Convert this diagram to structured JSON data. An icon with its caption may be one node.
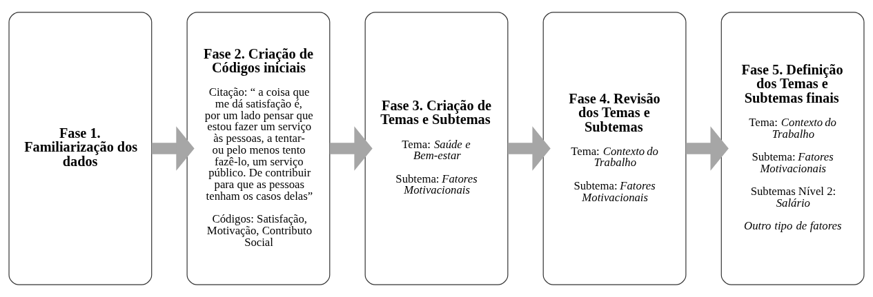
{
  "diagram": {
    "nodes": [
      {
        "text": [
          "Fase 1. Familiarização dos dados"
        ]
      },
      {
        "text": [
          "Fase 2. Criação de Códigos iniciais",
          "Citação: “ a coisa que me dá satisfação é, por um lado pensar que estou fazer um serviço às pessoas, a tentar- ou pelo menos tento fazê-lo, um serviço público. De contribuir para que as pessoas tenham os casos delas”",
          "Códigos: Satisfação, Motivação, Contributo Social"
        ]
      },
      {
        "text": [
          "Fase 3. Criação de Temas e Subtemas",
          "Tema: *Saúde e Bem-estar*",
          "Subtema: *Fatores Motivacionais*"
        ]
      },
      {
        "text": [
          "Fase 4. Revisão dos Temas e Subtemas",
          "Tema: *Contexto do Trabalho*",
          "Subtema: *Fatores Motivacionais*"
        ]
      },
      {
        "text": [
          "Fase 5. Definição dos Temas e Subtemas finais",
          "Tema: *Contexto do Trabalho*",
          "Subtema: *Fatores Motivacionais*",
          "Subtemas Nível 2: *Salário*",
          "*Outro tipo de fatores*"
        ]
      }
    ],
    "edges": [
      {
        "from": 0,
        "to": 1,
        "arrow": "to"
      },
      {
        "from": 1,
        "to": 2,
        "arrow": "to"
      },
      {
        "from": 2,
        "to": 3,
        "arrow": "to"
      },
      {
        "from": 3,
        "to": 4,
        "arrow": "to"
      }
    ]
  }
}
